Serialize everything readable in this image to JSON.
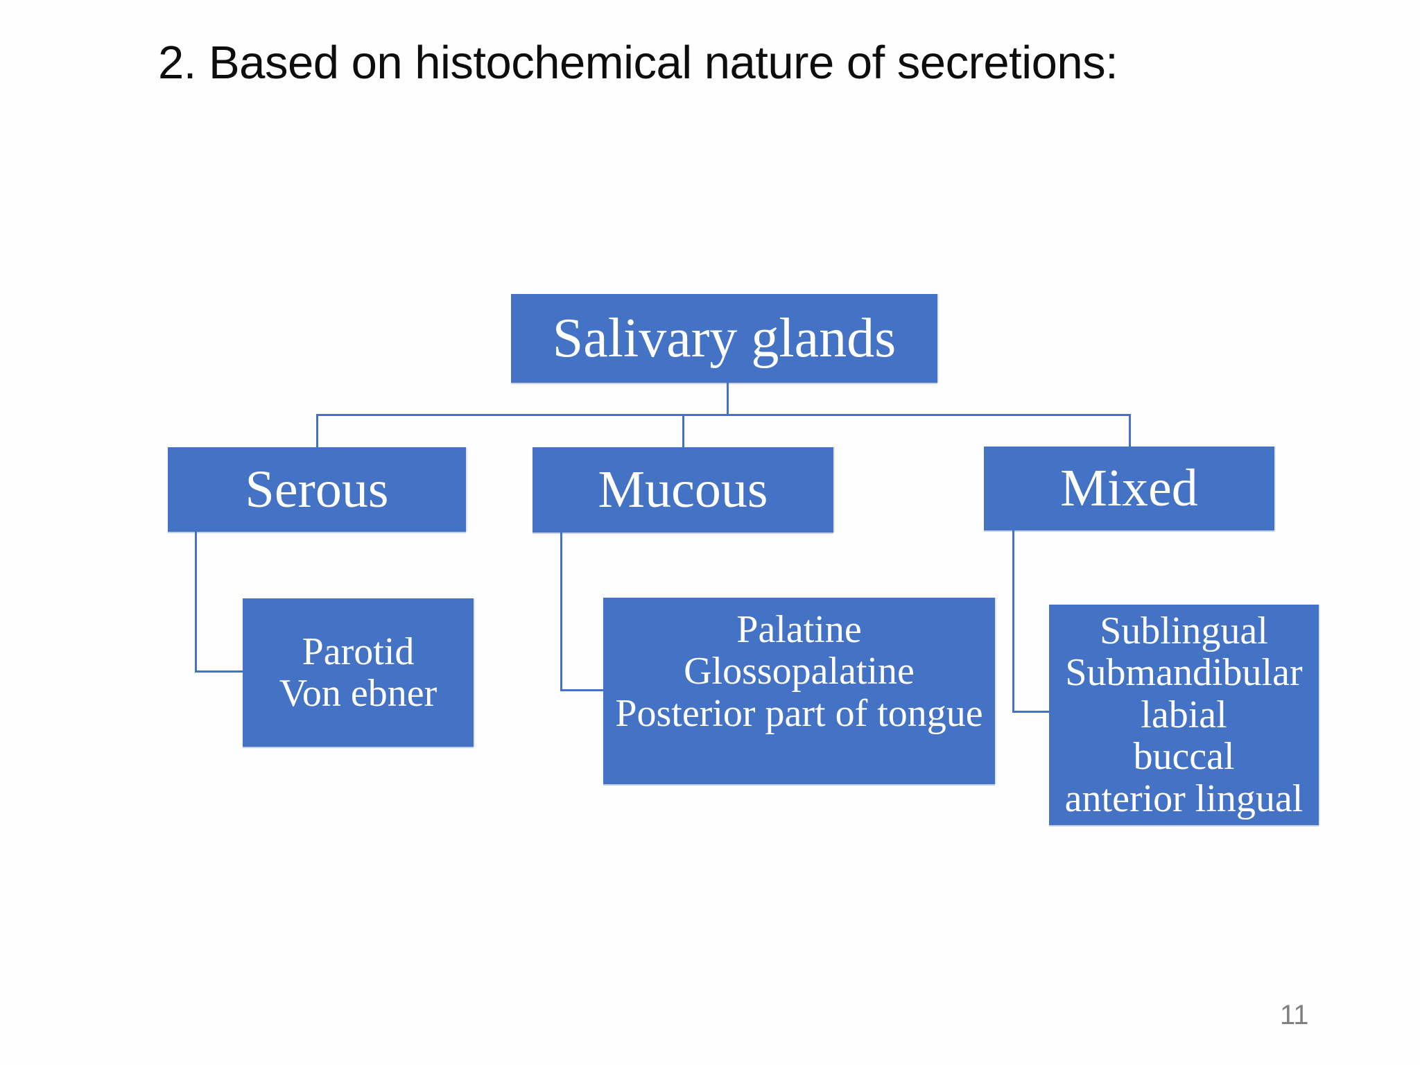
{
  "slide": {
    "title": "2. Based on histochemical nature of secretions:",
    "page_number": "11"
  },
  "diagram": {
    "type": "hierarchy-org-chart",
    "root": {
      "label": "Salivary glands"
    },
    "level1": [
      {
        "id": "serous",
        "label": "Serous"
      },
      {
        "id": "mucous",
        "label": "Mucous"
      },
      {
        "id": "mixed",
        "label": "Mixed"
      }
    ],
    "level2": [
      {
        "parent": "serous",
        "label": "Parotid\nVon ebner"
      },
      {
        "parent": "mucous",
        "label": "Palatine\nGlossopalatine\nPosterior part of tongue"
      },
      {
        "parent": "mixed",
        "label": "Sublingual\nSubmandibular\nlabial\nbuccal\nanterior lingual"
      }
    ],
    "colors": {
      "node_fill": "#4472C4",
      "node_text": "#FFFFFF",
      "connector": "#4472C4",
      "title_text": "#0D0D0D",
      "page_number_text": "#808080",
      "background": "#FEFEFE"
    }
  }
}
